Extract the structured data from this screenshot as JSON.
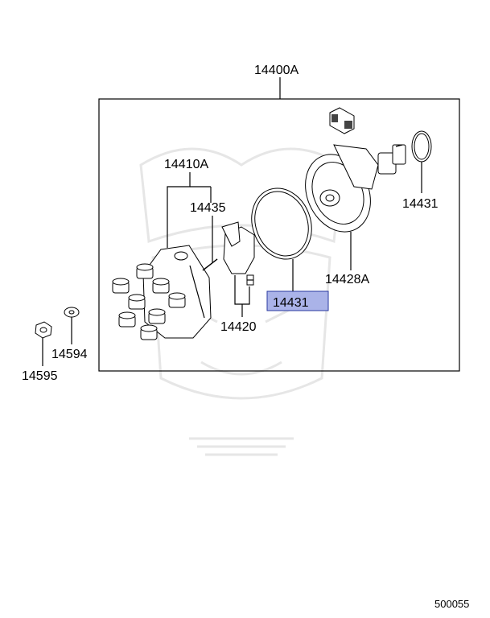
{
  "diagram": {
    "assembly_label": "14400A",
    "labels": {
      "cap": "14410A",
      "screw": "14435",
      "rotor": "14420",
      "oring_large": "14431",
      "oring_small": "14431",
      "housing": "14428A",
      "washer": "14594",
      "nut": "14595"
    },
    "highlighted_label": "oring_large",
    "highlight_color": "#aab3e8",
    "diagram_code": "500055"
  }
}
